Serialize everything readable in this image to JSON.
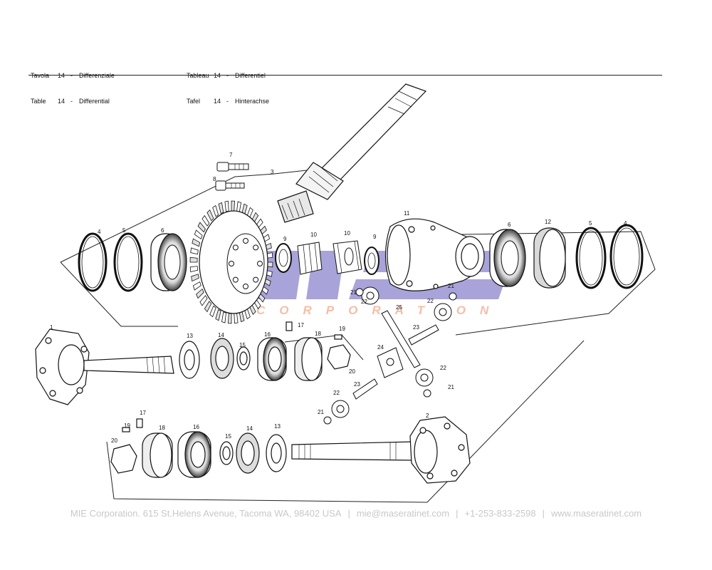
{
  "header": {
    "left": [
      {
        "word": "Tavola",
        "num": "14",
        "dash": "-",
        "title": "Differenziale"
      },
      {
        "word": "Table",
        "num": "14",
        "dash": "-",
        "title": "Differential"
      }
    ],
    "right": [
      {
        "word": "Tableau",
        "num": "14",
        "dash": "-",
        "title": "Differentiel"
      },
      {
        "word": "Tafel",
        "num": "14",
        "dash": "-",
        "title": "Hinterachse"
      }
    ]
  },
  "watermark": {
    "logo": "mie",
    "text": "CORPORATION",
    "color": "#8b85cc",
    "accent": "#f2a98a"
  },
  "callouts": [
    "1",
    "2",
    "3",
    "4",
    "5",
    "6",
    "7",
    "8",
    "9",
    "10",
    "11",
    "12",
    "13",
    "14",
    "15",
    "16",
    "17",
    "18",
    "19",
    "20",
    "21",
    "22",
    "23",
    "24",
    "25"
  ],
  "footer": {
    "company": "MIE Corporation. 615 St.Helens Avenue, Tacoma WA, 98402 USA",
    "email": "mie@maseratinet.com",
    "phone": "+1-253-833-2598",
    "web": "www.maseratinet.com",
    "separator": "|"
  }
}
